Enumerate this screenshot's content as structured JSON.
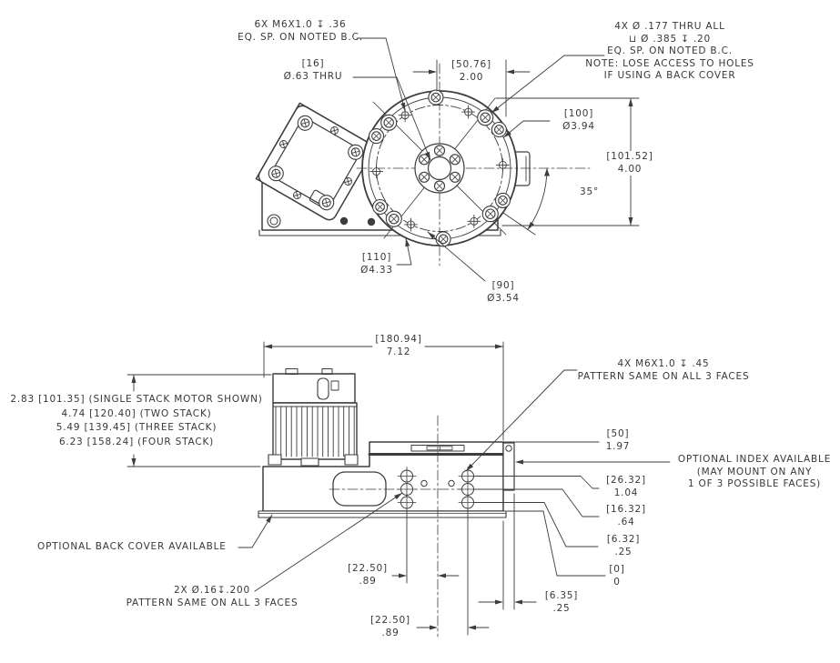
{
  "colors": {
    "background": "#ffffff",
    "line": "#3d3d3d",
    "text": "#383838"
  },
  "top_view": {
    "note_6x_m6": [
      "6X M6X1.0 ↧ .36",
      "EQ. SP. ON NOTED B.C."
    ],
    "callout_center_bore": {
      "mm": "[16]",
      "inch": "Ø.63 THRU"
    },
    "dim_bolt_offset": {
      "mm": "[50.76]",
      "inch": "2.00"
    },
    "note_4x_holes": [
      "4X Ø .177 THRU ALL",
      "⊔ Ø .385 ↧ .20",
      "EQ. SP. ON NOTED B.C.",
      "NOTE: LOSE ACCESS TO HOLES",
      "IF USING A BACK COVER"
    ],
    "dim_bc_100": {
      "mm": "[100]",
      "inch": "Ø3.94"
    },
    "dim_overall_height": {
      "mm": "[101.52]",
      "inch": "4.00"
    },
    "dim_angle": "35°",
    "dim_outer_dia": {
      "mm": "[110]",
      "inch": "Ø4.33"
    },
    "dim_bc_90": {
      "mm": "[90]",
      "inch": "Ø3.54"
    }
  },
  "side_view": {
    "dim_overall_width": {
      "mm": "[180.94]",
      "inch": "7.12"
    },
    "stack_heights": [
      "2.83 [101.35] (SINGLE STACK MOTOR SHOWN)",
      "4.74 [120.40] (TWO STACK)",
      "5.49 [139.45] (THREE STACK)",
      "6.23 [158.24] (FOUR STACK)"
    ],
    "note_4x_m6": [
      "4X M6X1.0 ↧ .45",
      "PATTERN SAME ON ALL 3 FACES"
    ],
    "dim_50": {
      "mm": "[50]",
      "inch": "1.97"
    },
    "note_optional_index": [
      "OPTIONAL INDEX AVAILABLE",
      "(MAY MOUNT ON ANY",
      "1 OF 3 POSSIBLE FACES)"
    ],
    "dim_26_32": {
      "mm": "[26.32]",
      "inch": "1.04"
    },
    "dim_16_32": {
      "mm": "[16.32]",
      "inch": ".64"
    },
    "dim_6_32": {
      "mm": "[6.32]",
      "inch": ".25"
    },
    "dim_0": {
      "mm": "[0]",
      "inch": "0"
    },
    "dim_6_35": {
      "mm": "[6.35]",
      "inch": ".25"
    },
    "dim_22_50_upper": {
      "mm": "[22.50]",
      "inch": ".89"
    },
    "dim_22_50_lower": {
      "mm": "[22.50]",
      "inch": ".89"
    },
    "note_back_cover": "OPTIONAL BACK COVER AVAILABLE",
    "note_2x_holes": [
      "2X Ø.16↧.200",
      "PATTERN SAME ON ALL 3 FACES"
    ]
  }
}
